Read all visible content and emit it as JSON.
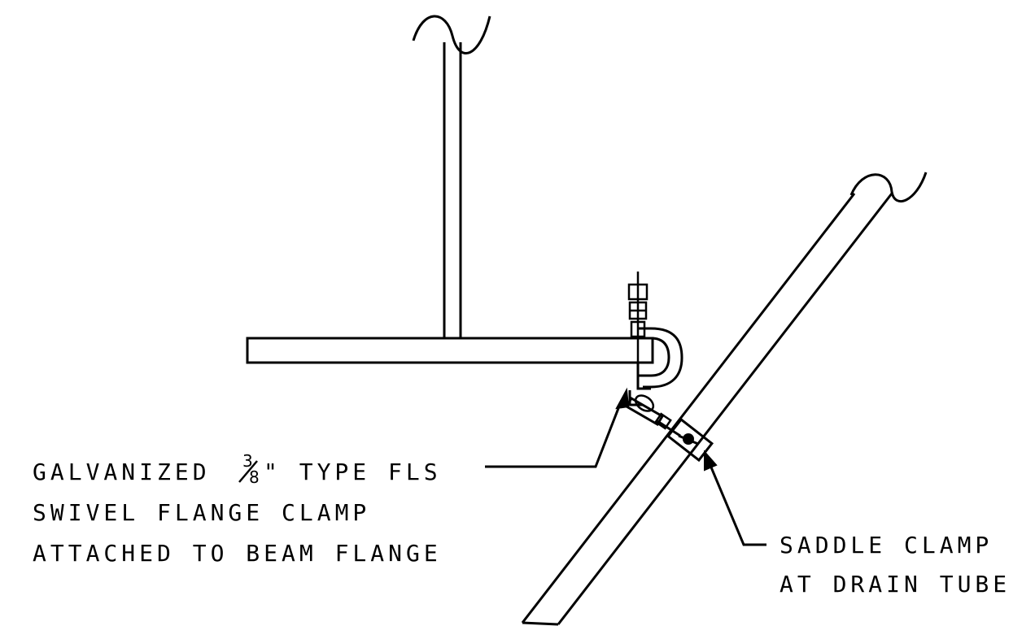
{
  "notes": {
    "flange_clamp": {
      "line1_before": "GALVANIZED",
      "fraction_num": "3",
      "fraction_den": "8",
      "line1_after": "\" TYPE FLS",
      "line2": "SWIVEL FLANGE CLAMP",
      "line3": "ATTACHED TO BEAM FLANGE"
    },
    "saddle_clamp": {
      "line1": "SADDLE CLAMP",
      "line2": "AT DRAIN TUBE"
    }
  }
}
